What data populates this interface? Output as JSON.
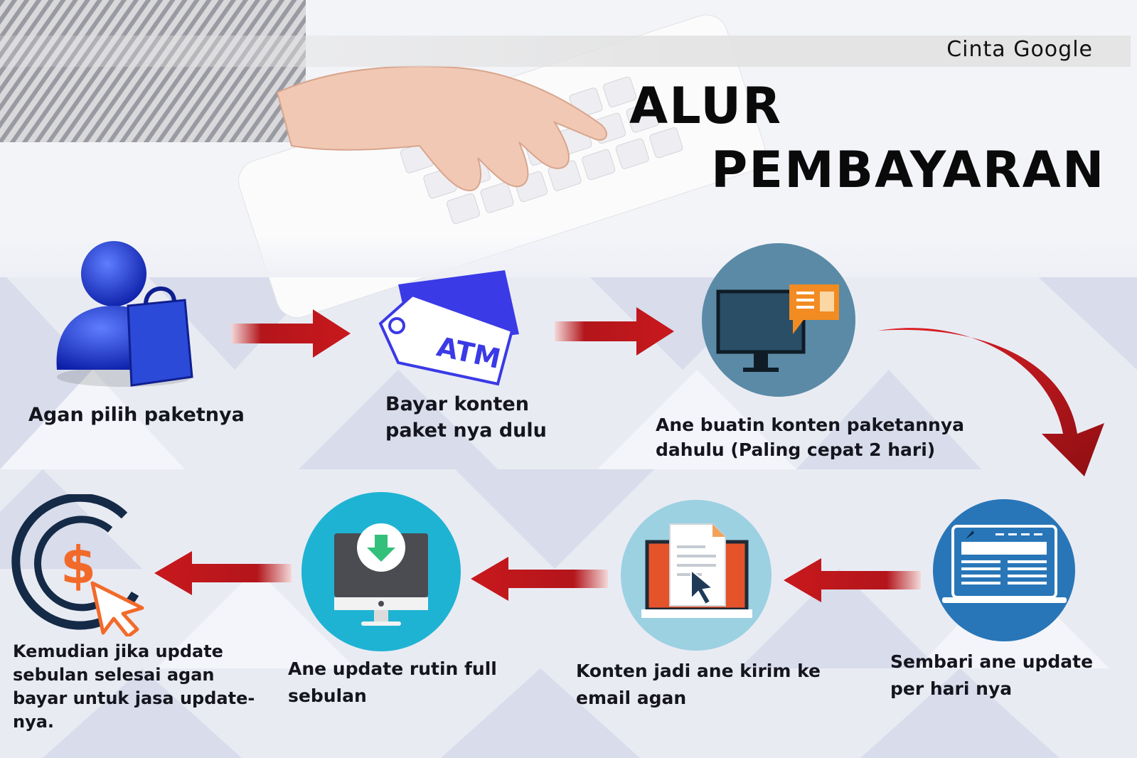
{
  "brand": "Cinta Google",
  "title": {
    "line1": "ALUR",
    "line2": "PEMBAYARAN"
  },
  "steps": [
    {
      "lines": [
        "Agan pilih paketnya"
      ],
      "icon": "user-shopping-bag-icon"
    },
    {
      "lines": [
        "Bayar konten",
        "paket nya dulu"
      ],
      "icon": "atm-tag-icon",
      "icon_text": "ATM"
    },
    {
      "lines": [
        "Ane buatin konten paketannya",
        "dahulu (Paling cepat 2 hari)"
      ],
      "icon": "monitor-chat-icon"
    },
    {
      "lines": [
        "Sembari ane update",
        "per hari nya"
      ],
      "icon": "laptop-website-icon"
    },
    {
      "lines": [
        "Konten jadi ane kirim ke",
        "email agan"
      ],
      "icon": "laptop-document-cursor-icon"
    },
    {
      "lines": [
        "Ane update rutin full",
        "sebulan"
      ],
      "icon": "monitor-download-icon"
    },
    {
      "lines": [
        "Kemudian jika update",
        "sebulan selesai agan",
        "bayar untuk jasa update-",
        "nya."
      ],
      "icon": "dollar-click-icon",
      "icon_text": "$"
    }
  ],
  "colors": {
    "arrow_red": "#b3161b",
    "user_blue": "#1f3fd6",
    "atm_blue": "#3a3ae6",
    "circle_slate": "#5a8aa6",
    "circle_blue": "#2876b8",
    "circle_lightblue": "#9cd1e2",
    "circle_cyan": "#1fb3d3",
    "dollar_orange": "#f26a2a",
    "ring_navy": "#152a46"
  }
}
